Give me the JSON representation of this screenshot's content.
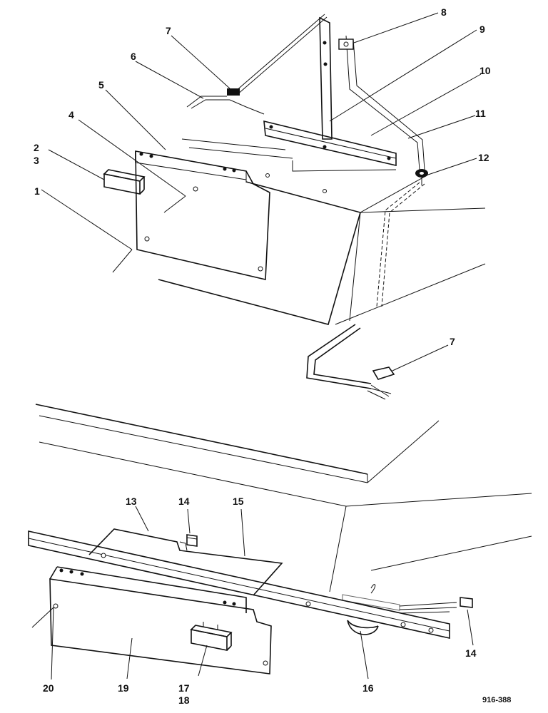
{
  "drawing_ref": "916-388",
  "callouts": [
    {
      "id": "c1",
      "text": "1"
    },
    {
      "id": "c2",
      "text": "2"
    },
    {
      "id": "c3",
      "text": "3"
    },
    {
      "id": "c4",
      "text": "4"
    },
    {
      "id": "c5",
      "text": "5"
    },
    {
      "id": "c6",
      "text": "6"
    },
    {
      "id": "c7a",
      "text": "7"
    },
    {
      "id": "c8",
      "text": "8"
    },
    {
      "id": "c9",
      "text": "9"
    },
    {
      "id": "c10",
      "text": "10"
    },
    {
      "id": "c11",
      "text": "11"
    },
    {
      "id": "c12",
      "text": "12"
    },
    {
      "id": "c7b",
      "text": "7"
    },
    {
      "id": "c13",
      "text": "13"
    },
    {
      "id": "c14a",
      "text": "14"
    },
    {
      "id": "c15",
      "text": "15"
    },
    {
      "id": "c14b",
      "text": "14"
    },
    {
      "id": "c16",
      "text": "16"
    },
    {
      "id": "c17",
      "text": "17"
    },
    {
      "id": "c18",
      "text": "18"
    },
    {
      "id": "c19",
      "text": "19"
    },
    {
      "id": "c20",
      "text": "20"
    }
  ]
}
